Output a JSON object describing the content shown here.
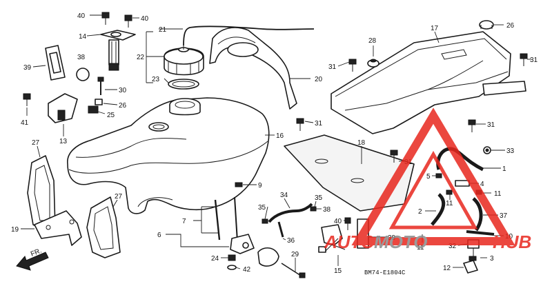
{
  "diagram": {
    "code": "BM74-E1804C",
    "direction_label": "FR.",
    "labels": [
      {
        "id": "l40a",
        "text": "40"
      },
      {
        "id": "l40b",
        "text": "40"
      },
      {
        "id": "l14",
        "text": "14"
      },
      {
        "id": "l21",
        "text": "21"
      },
      {
        "id": "l22",
        "text": "22"
      },
      {
        "id": "l23",
        "text": "23"
      },
      {
        "id": "l38a",
        "text": "38"
      },
      {
        "id": "l39a",
        "text": "39"
      },
      {
        "id": "l30",
        "text": "30"
      },
      {
        "id": "l26a",
        "text": "26"
      },
      {
        "id": "l25",
        "text": "25"
      },
      {
        "id": "l41",
        "text": "41"
      },
      {
        "id": "l13",
        "text": "13"
      },
      {
        "id": "l20",
        "text": "20"
      },
      {
        "id": "l28",
        "text": "28"
      },
      {
        "id": "l31a",
        "text": "31"
      },
      {
        "id": "l17",
        "text": "17"
      },
      {
        "id": "l26b",
        "text": "26"
      },
      {
        "id": "l31b",
        "text": "31"
      },
      {
        "id": "l16",
        "text": "16"
      },
      {
        "id": "l31c",
        "text": "31"
      },
      {
        "id": "l31d",
        "text": "31"
      },
      {
        "id": "l18",
        "text": "18"
      },
      {
        "id": "l27a",
        "text": "27"
      },
      {
        "id": "l31e",
        "text": "31"
      },
      {
        "id": "l33",
        "text": "33"
      },
      {
        "id": "l1",
        "text": "1"
      },
      {
        "id": "l5",
        "text": "5"
      },
      {
        "id": "l4",
        "text": "4"
      },
      {
        "id": "l9",
        "text": "9"
      },
      {
        "id": "l11a",
        "text": "11"
      },
      {
        "id": "l11b",
        "text": "11"
      },
      {
        "id": "l27b",
        "text": "27"
      },
      {
        "id": "l34",
        "text": "34"
      },
      {
        "id": "l35a",
        "text": "35"
      },
      {
        "id": "l35b",
        "text": "35"
      },
      {
        "id": "l38b",
        "text": "38"
      },
      {
        "id": "l2",
        "text": "2"
      },
      {
        "id": "l37",
        "text": "37"
      },
      {
        "id": "l19",
        "text": "19"
      },
      {
        "id": "l7",
        "text": "7"
      },
      {
        "id": "l6",
        "text": "6"
      },
      {
        "id": "l40c",
        "text": "40"
      },
      {
        "id": "l36",
        "text": "36"
      },
      {
        "id": "l39b",
        "text": "39"
      },
      {
        "id": "l11c",
        "text": "11"
      },
      {
        "id": "l10",
        "text": "10"
      },
      {
        "id": "l24",
        "text": "24"
      },
      {
        "id": "l42",
        "text": "42"
      },
      {
        "id": "l29",
        "text": "29"
      },
      {
        "id": "l15",
        "text": "15"
      },
      {
        "id": "l32",
        "text": "32"
      },
      {
        "id": "l3",
        "text": "3"
      },
      {
        "id": "l12",
        "text": "12"
      }
    ]
  },
  "watermark": {
    "text_left": "AUTO",
    "text_middle": "MOTO",
    "text_right": "HUB",
    "color_red": "#e8271e",
    "color_grey": "#8a8a8a"
  }
}
